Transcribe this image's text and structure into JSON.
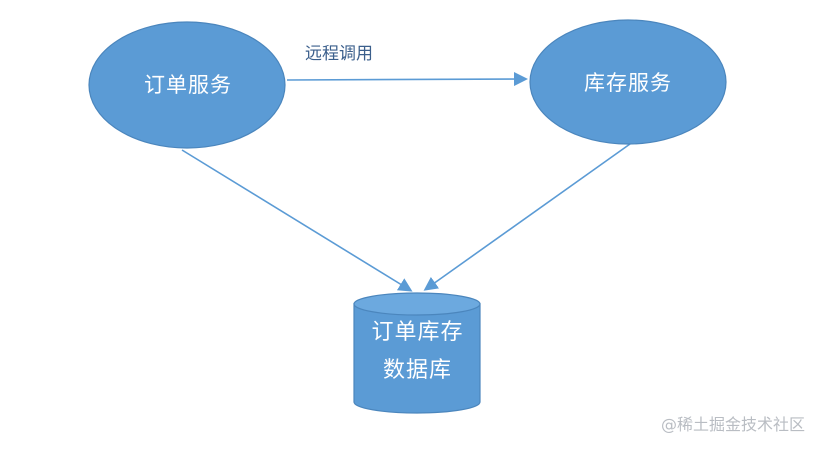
{
  "nodes": {
    "order_service": {
      "label": "订单服务"
    },
    "inventory_service": {
      "label": "库存服务"
    },
    "database": {
      "line1": "订单库存",
      "line2": "数据库"
    }
  },
  "edges": {
    "remote_call": {
      "label": "远程调用"
    }
  },
  "watermark": {
    "text": "@稀土掘金技术社区"
  },
  "colors": {
    "node_fill": "#5b9bd5",
    "node_stroke": "#4b86bd",
    "edge": "#5b9bd5",
    "edge_label": "#3b5f8c",
    "node_text": "#ffffff",
    "watermark": "#b9bdc3",
    "background": "#ffffff"
  }
}
